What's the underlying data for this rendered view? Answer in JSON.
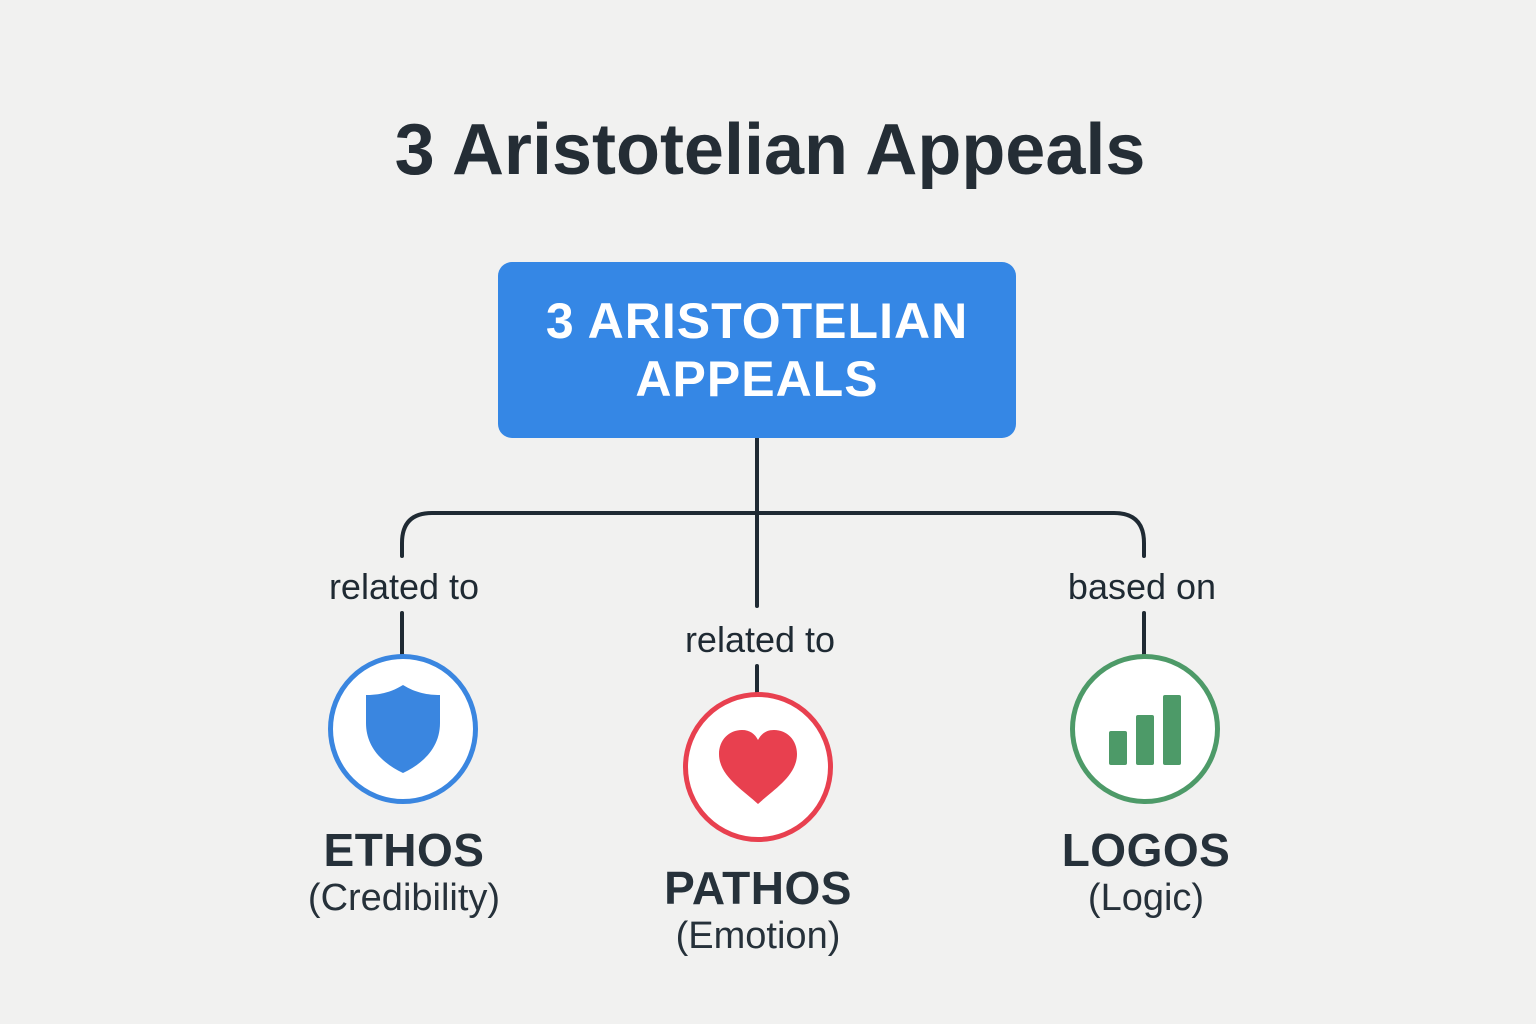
{
  "title": "3 Aristotelian Appeals",
  "root": {
    "line1": "3 ARISTOTELIAN",
    "line2": "APPEALS",
    "color": "#3587e5"
  },
  "connector_color": "#1f2a33",
  "branches": [
    {
      "id": "ethos",
      "edge_label": "related to",
      "name": "ETHOS",
      "description": "(Credibility)",
      "icon": "shield-icon",
      "color": "#3a86e0"
    },
    {
      "id": "pathos",
      "edge_label": "related to",
      "name": "PATHOS",
      "description": "(Emotion)",
      "icon": "heart-icon",
      "color": "#e8404f"
    },
    {
      "id": "logos",
      "edge_label": "based on",
      "name": "LOGOS",
      "description": "(Logic)",
      "icon": "bar-chart-icon",
      "color": "#4d9a68"
    }
  ]
}
